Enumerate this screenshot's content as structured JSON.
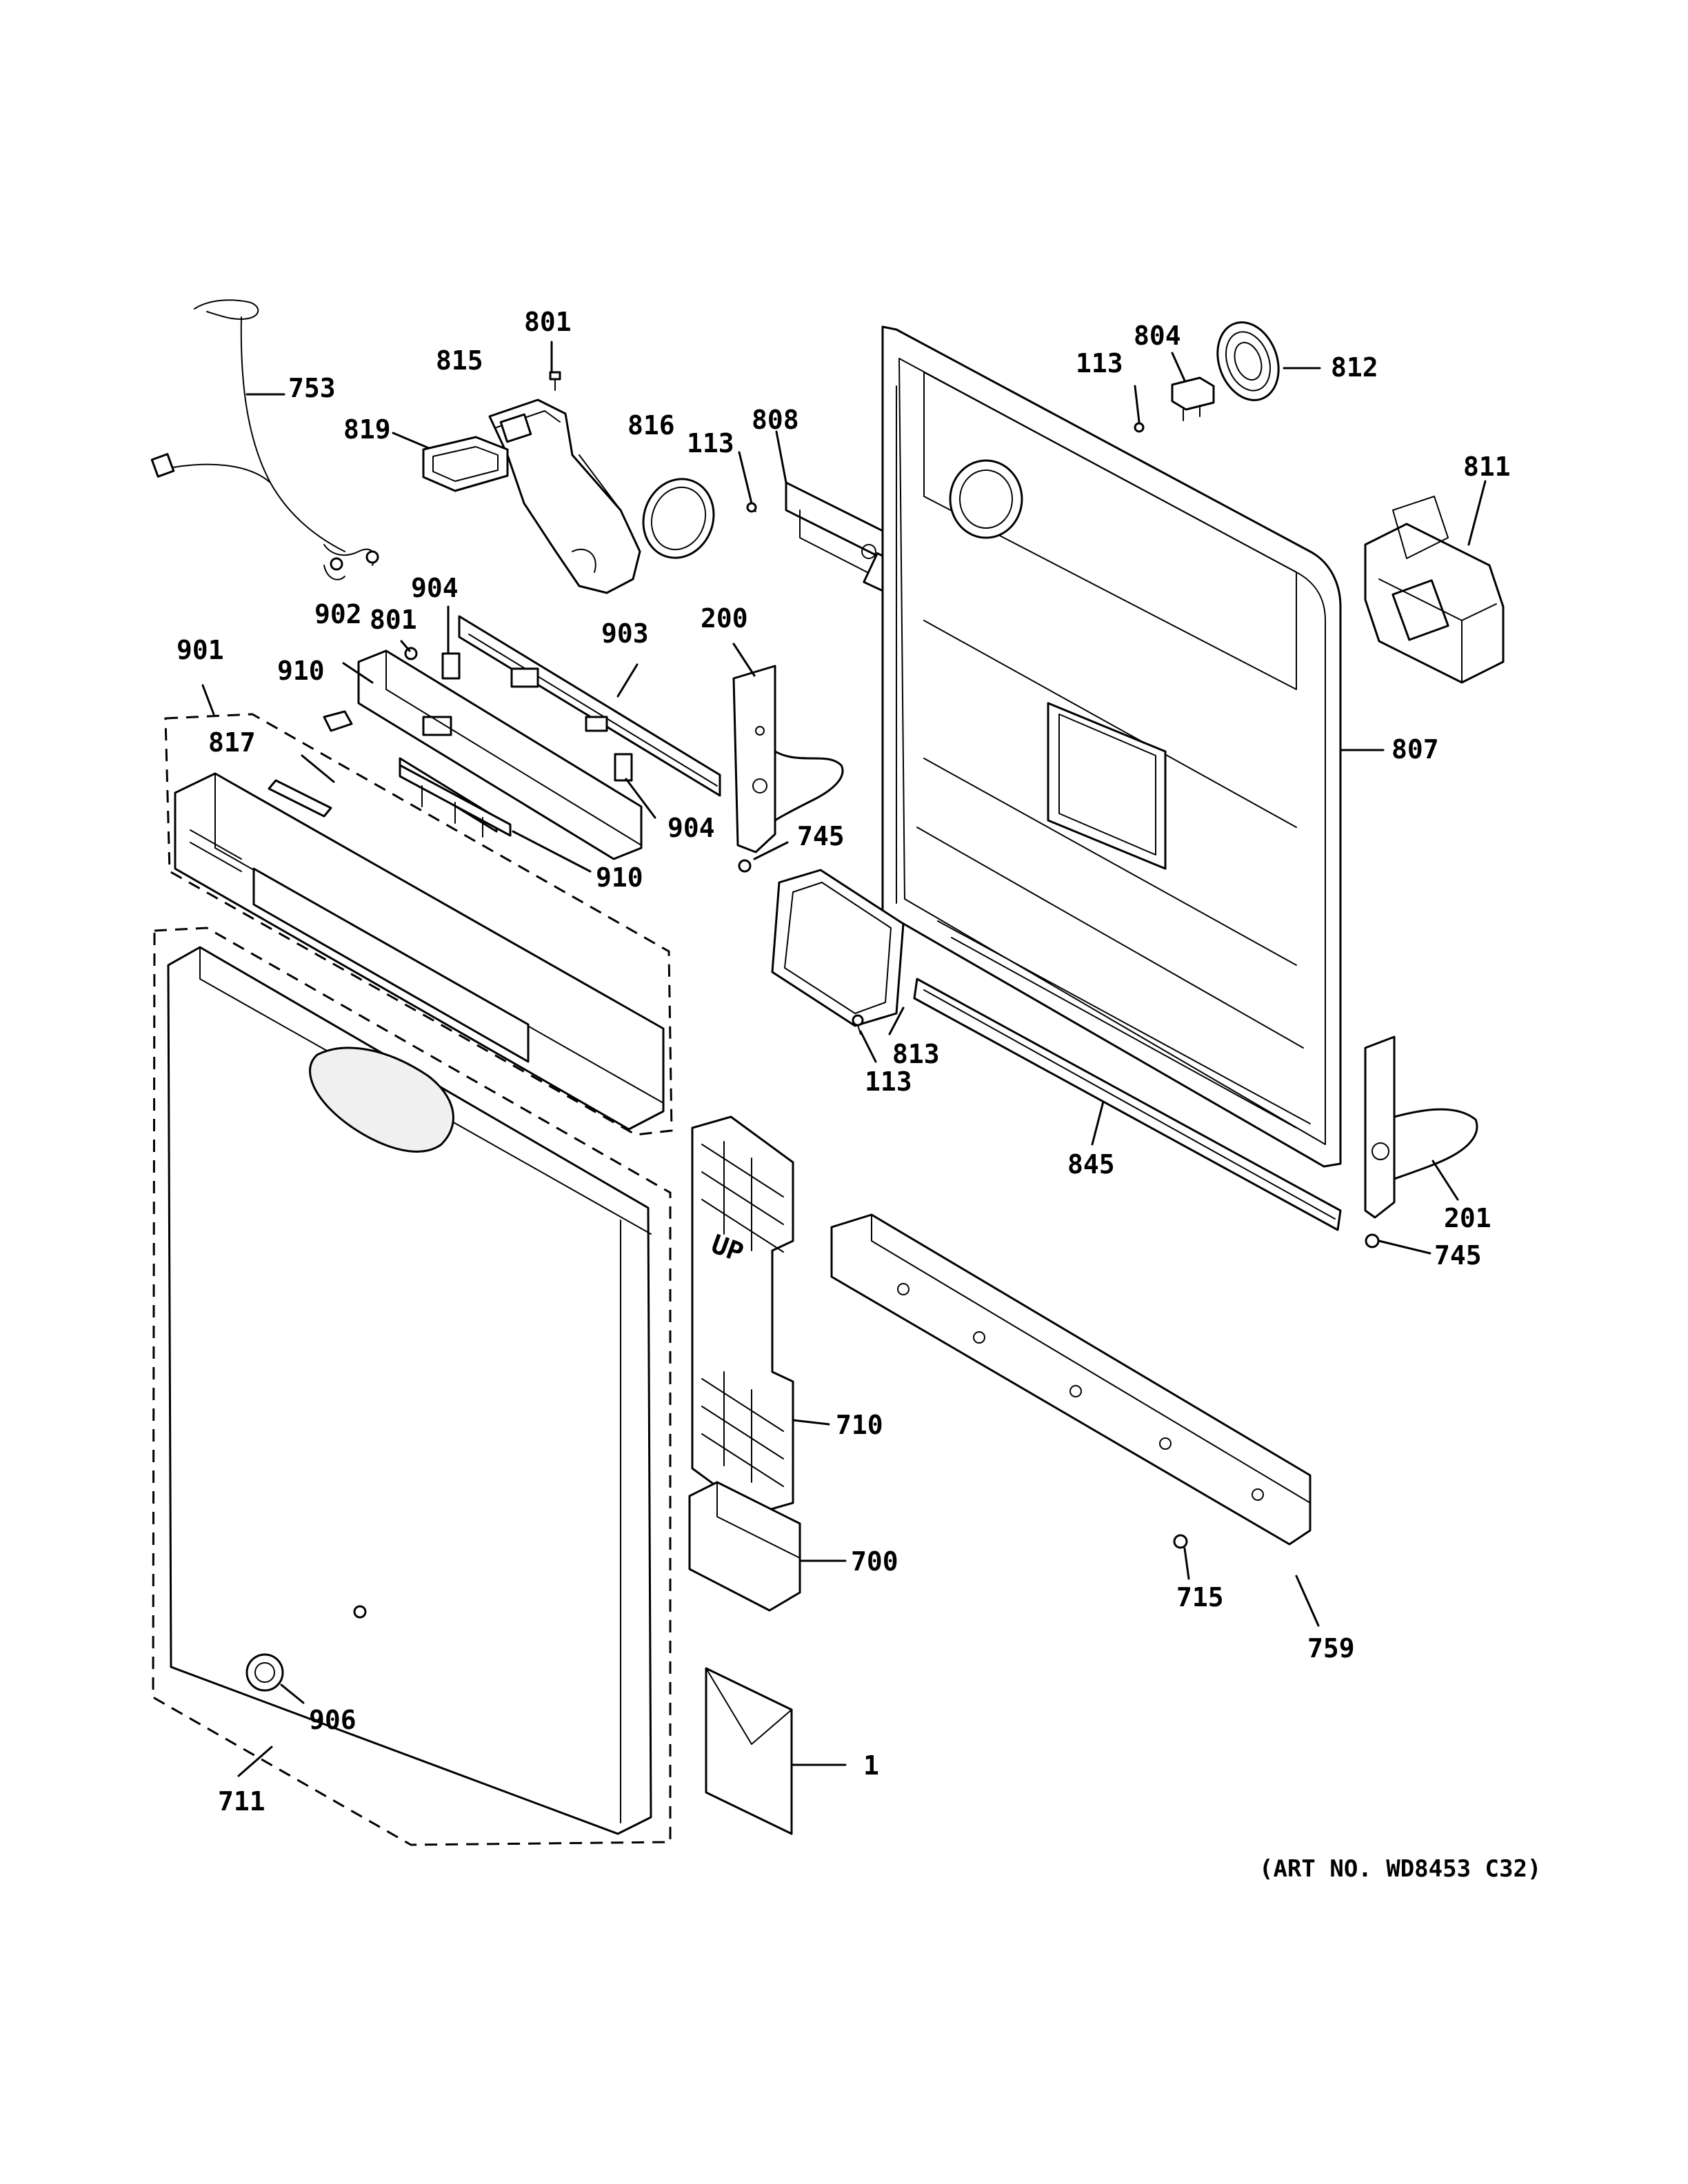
{
  "labels": {
    "p753": "753",
    "p801a": "801",
    "p815": "815",
    "p819": "819",
    "p816": "816",
    "p113a": "113",
    "p808": "808",
    "p804": "804",
    "p113b": "113",
    "p812": "812",
    "p811": "811",
    "p904a": "904",
    "p902": "902",
    "p801b": "801",
    "p903": "903",
    "p200": "200",
    "p901": "901",
    "p910a": "910",
    "p817": "817",
    "p904b": "904",
    "p745a": "745",
    "p910b": "910",
    "p807": "807",
    "p113c": "113",
    "p813": "813",
    "p845": "845",
    "p201": "201",
    "p745b": "745",
    "p710": "710",
    "p700": "700",
    "p715": "715",
    "p759": "759",
    "p906": "906",
    "p711": "711",
    "p1": "1"
  },
  "art_number": "(ART NO. WD8453 C32)",
  "up_marking": "UP"
}
